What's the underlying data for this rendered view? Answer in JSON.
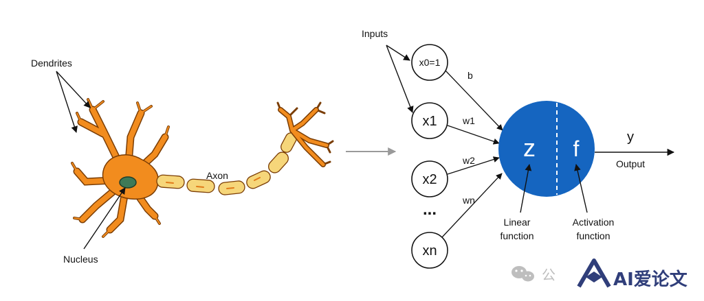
{
  "neuron": {
    "dendrites_label": "Dendrites",
    "axon_label": "Axon",
    "nucleus_label": "Nucleus"
  },
  "perceptron": {
    "inputs_label": "Inputs",
    "nodes": [
      "x0=1",
      "x1",
      "x2",
      "xn"
    ],
    "ellipsis": "...",
    "weights": [
      "b",
      "w1",
      "w2",
      "wn"
    ],
    "sum_symbol": "z",
    "activation_symbol": "f",
    "output_symbol": "y",
    "output_label": "Output",
    "linear_label_line1": "Linear",
    "linear_label_line2": "function",
    "activation_label_line1": "Activation",
    "activation_label_line2": "function"
  },
  "watermark": {
    "text_partial": "公",
    "brand": "AI爱论文"
  },
  "colors": {
    "neuron_body": "#f28c1e",
    "neuron_outline": "#7a3d05",
    "axon_segment": "#f6d67a",
    "nucleus": "#3e7a57",
    "neuron_unit": "#1565c0",
    "transition_arrow": "#9a9a9a",
    "brand": "#1a2a6c"
  }
}
